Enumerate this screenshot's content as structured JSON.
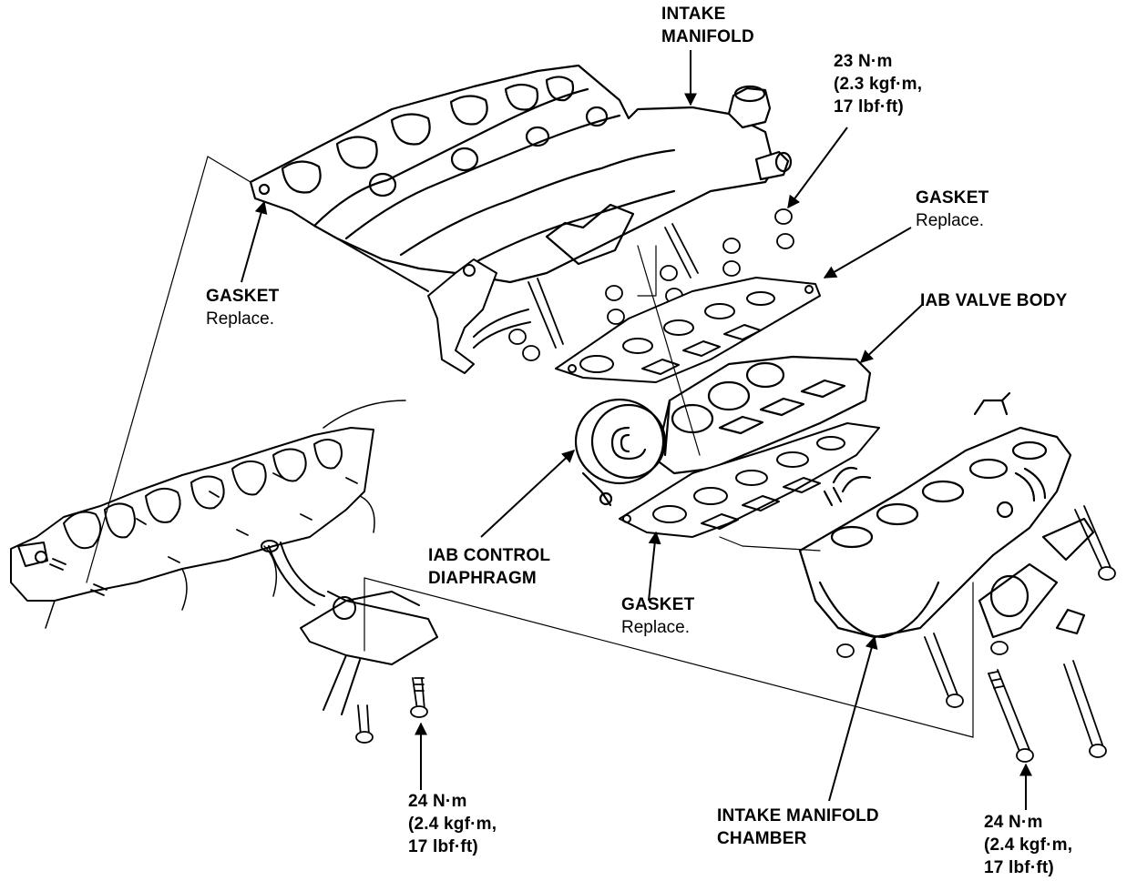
{
  "labels": {
    "intake_manifold": [
      "INTAKE",
      "MANIFOLD"
    ],
    "torque_top": [
      "23 N·m",
      "(2.3 kgf·m,",
      "17 lbf·ft)"
    ],
    "gasket_right_top": {
      "name": "GASKET",
      "note": "Replace."
    },
    "gasket_left": {
      "name": "GASKET",
      "note": "Replace."
    },
    "iab_valve_body": "IAB VALVE BODY",
    "iab_control_diaphragm": [
      "IAB CONTROL",
      "DIAPHRAGM"
    ],
    "gasket_lower": {
      "name": "GASKET",
      "note": "Replace."
    },
    "intake_manifold_chamber": [
      "INTAKE MANIFOLD",
      "CHAMBER"
    ],
    "torque_bottom_left": [
      "24 N·m",
      "(2.4 kgf·m,",
      "17 lbf·ft)"
    ],
    "torque_bottom_right": [
      "24 N·m",
      "(2.4 kgf·m,",
      "17 lbf·ft)"
    ]
  }
}
